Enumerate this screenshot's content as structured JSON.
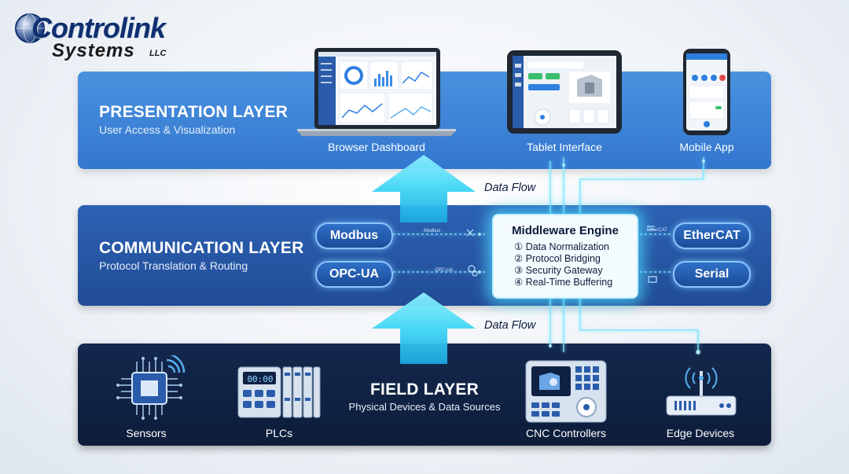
{
  "logo": {
    "line1": "Controlink",
    "line2": "Systems",
    "suffix": "LLC"
  },
  "presentation": {
    "title": "PRESENTATION LAYER",
    "subtitle": "User Access & Visualization",
    "devices": [
      "Browser Dashboard",
      "Tablet Interface",
      "Mobile App"
    ]
  },
  "communication": {
    "title": "COMMUNICATION LAYER",
    "subtitle": "Protocol Translation & Routing",
    "protocols_left": [
      "Modbus",
      "OPC-UA"
    ],
    "protocols_right": [
      "EtherCAT",
      "Serial"
    ],
    "tags": [
      "Modbus",
      "OPC-UA",
      "EtherCAT"
    ]
  },
  "engine": {
    "title": "Middleware Engine",
    "items": [
      "① Data Normalization",
      "② Protocol Bridging",
      "③ Security Gateway",
      "④ Real-Time Buffering"
    ]
  },
  "flow": {
    "upper": "Data Flow",
    "lower": "Data Flow"
  },
  "field": {
    "title": "FIELD LAYER",
    "subtitle": "Physical Devices & Data Sources",
    "devices": [
      "Sensors",
      "PLCs",
      "CNC Controllers",
      "Edge Devices"
    ],
    "plc_display": "00:00"
  },
  "colors": {
    "presentation": "#3b82d6",
    "communication": "#2656a6",
    "field": "#0f2143",
    "accent_cyan": "#3fd6f5",
    "logo_blue": "#0f2f70"
  }
}
